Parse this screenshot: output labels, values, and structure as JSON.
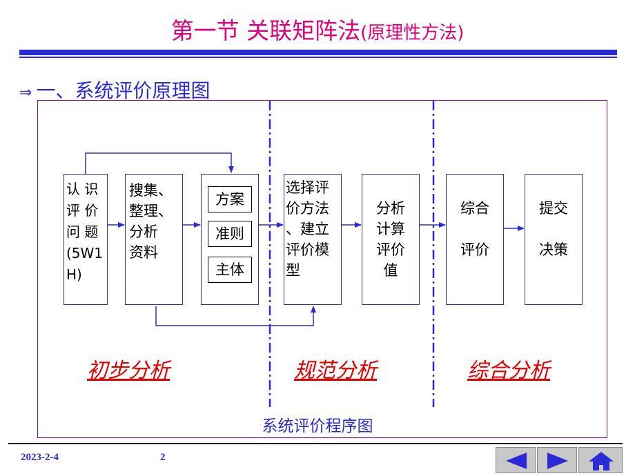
{
  "title": {
    "main": "第一节  关联矩阵法",
    "sub": "(原理性方法)"
  },
  "section": {
    "arrow": "⇒",
    "label": "一、系统评价原理图"
  },
  "boxes": {
    "b1": [
      "认 识",
      "评 价",
      "问 题",
      "(5W1",
      "H)"
    ],
    "b2": [
      "搜集、",
      "整理、",
      "分析",
      "资料"
    ],
    "b3": [
      "方案",
      "准则",
      "主体"
    ],
    "b4": [
      "选择评",
      "价方法",
      "、建立",
      "评价模",
      "型"
    ],
    "b5": [
      "分析",
      "计算",
      "评价",
      "值"
    ],
    "b6": [
      "综合",
      "评价"
    ],
    "b7": [
      "提交",
      "决策"
    ]
  },
  "stages": [
    "初步分析",
    "规范分析",
    "综合分析"
  ],
  "caption": "系统评价程序图",
  "footer": {
    "date": "2023-2-4",
    "page": "2"
  },
  "nav": [
    "back-icon",
    "forward-icon",
    "home-icon"
  ],
  "colors": {
    "title": "#e0007a",
    "blue": "#2a2ad8",
    "stage": "#e00000",
    "frame": "#b0007a"
  }
}
